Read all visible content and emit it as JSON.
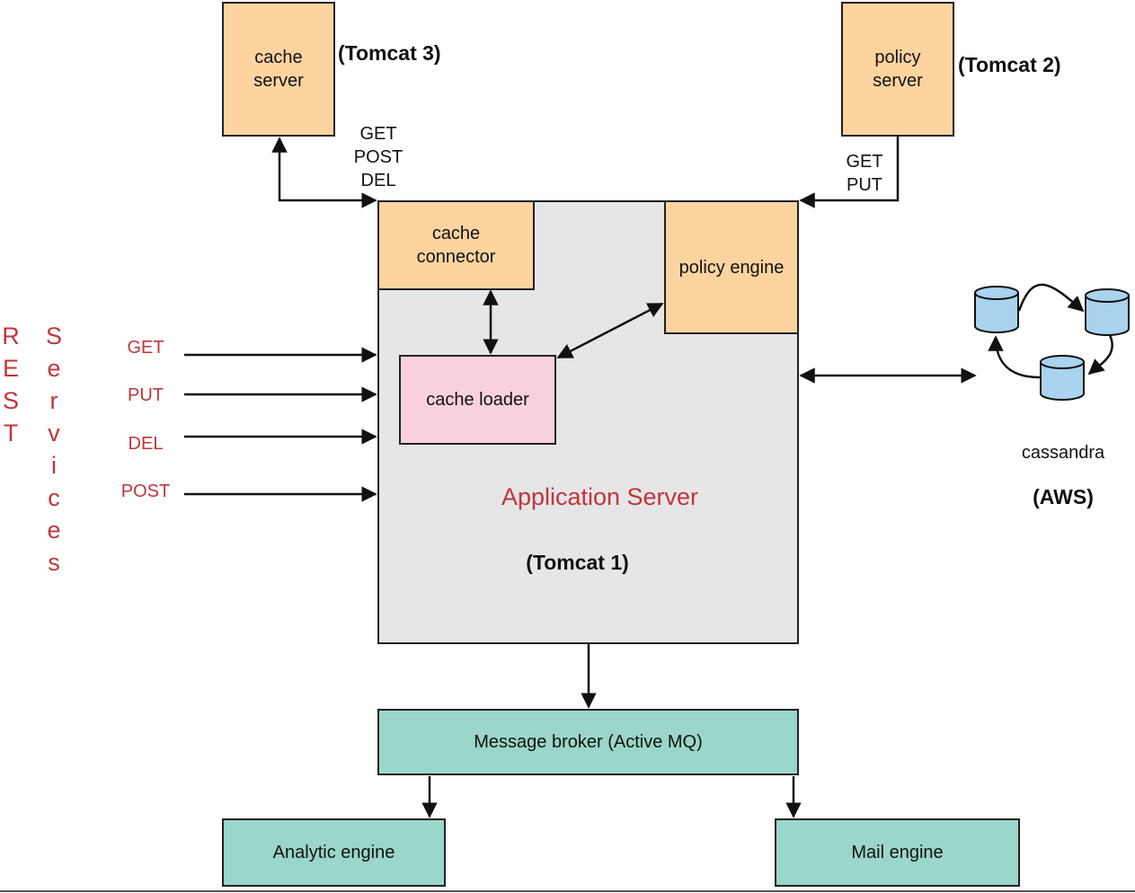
{
  "nodes": {
    "cache_server": "cache\nserver",
    "policy_server": "policy\nserver",
    "cache_connector": "cache\nconnector",
    "policy_engine": "policy engine",
    "cache_loader": "cache loader",
    "message_broker": "Message broker (Active MQ)",
    "analytic_engine": "Analytic engine",
    "mail_engine": "Mail engine",
    "cassandra": "cassandra"
  },
  "labels": {
    "tomcat3": "(Tomcat 3)",
    "tomcat2": "(Tomcat 2)",
    "tomcat1": "(Tomcat 1)",
    "aws": "(AWS)",
    "app_server": "Application Server",
    "cache_methods": "GET\nPOST\nDEL",
    "policy_methods": "GET\nPUT"
  },
  "rest": {
    "word1": "REST",
    "word2": "Services",
    "methods": [
      "GET",
      "PUT",
      "DEL",
      "POST"
    ]
  },
  "colors": {
    "orange": "#fdd4a0",
    "grey": "#e6e6e6",
    "pink": "#f9d1dc",
    "teal": "#9ad6ca",
    "db_blue": "#a9d3ee",
    "red_text": "#c1353d"
  }
}
